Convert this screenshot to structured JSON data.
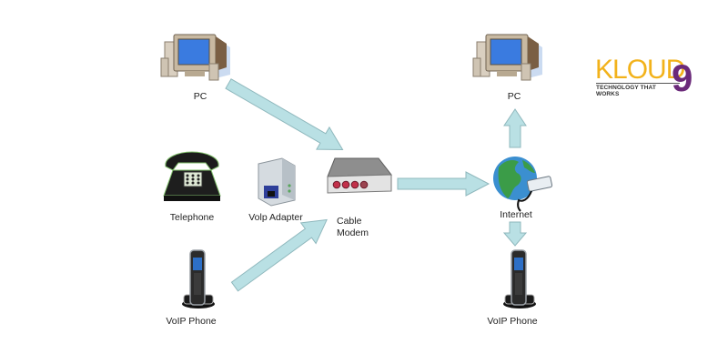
{
  "diagram": {
    "title": "VoIP network diagram",
    "nodes": [
      {
        "id": "pc-left",
        "label": "PC",
        "icon": "desktop-computer-icon"
      },
      {
        "id": "telephone",
        "label": "Telephone",
        "icon": "telephone-icon"
      },
      {
        "id": "voip-adapter",
        "label": "Volp Adapter",
        "icon": "voip-adapter-icon"
      },
      {
        "id": "cable-modem",
        "label_line1": "Cable",
        "label_line2": "Modem",
        "icon": "cable-modem-icon"
      },
      {
        "id": "voip-phone-left",
        "label": "VoIP Phone",
        "icon": "cordless-phone-icon"
      },
      {
        "id": "internet",
        "label": "Internet",
        "icon": "globe-icon"
      },
      {
        "id": "pc-right",
        "label": "PC",
        "icon": "desktop-computer-icon"
      },
      {
        "id": "voip-phone-right",
        "label": "VoIP Phone",
        "icon": "cordless-phone-icon"
      }
    ],
    "edges": [
      {
        "from": "pc-left",
        "to": "cable-modem"
      },
      {
        "from": "voip-phone-left",
        "to": "cable-modem"
      },
      {
        "from": "cable-modem",
        "to": "internet"
      },
      {
        "from": "internet",
        "to": "pc-right"
      },
      {
        "from": "internet",
        "to": "voip-phone-right"
      }
    ],
    "colors": {
      "arrow_fill": "#b9e0e4",
      "arrow_stroke": "#8fb8bd",
      "modem_led": "#c2304a",
      "screen_blue": "#3a7be0"
    }
  },
  "logo": {
    "wordmark": "KLOUD",
    "numeral": "9",
    "tagline": "TECHNOLOGY THAT WORKS",
    "colors": {
      "wordmark": "#f2b21b",
      "numeral": "#6b2a7a"
    }
  }
}
